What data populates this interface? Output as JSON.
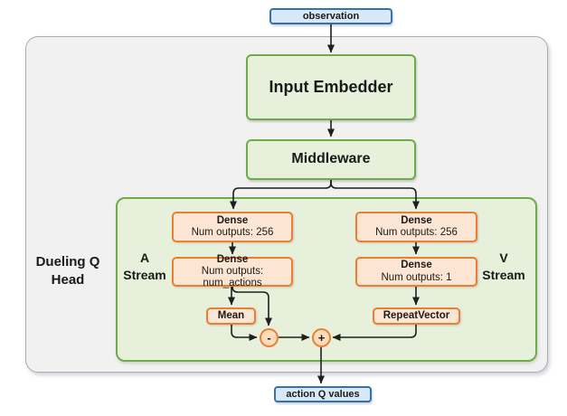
{
  "nodes": {
    "observation": {
      "label": "observation"
    },
    "input_embedder": {
      "label": "Input Embedder"
    },
    "middleware": {
      "label": "Middleware"
    },
    "dueling_head": {
      "label": "Dueling Q Head"
    },
    "a_stream": {
      "label": "A Stream"
    },
    "v_stream": {
      "label": "V Stream"
    },
    "dense_a1": {
      "title": "Dense",
      "subtitle": "Num outputs: 256"
    },
    "dense_a2": {
      "title": "Dense",
      "subtitle": "Num outputs: num_actions"
    },
    "dense_v1": {
      "title": "Dense",
      "subtitle": "Num outputs: 256"
    },
    "dense_v2": {
      "title": "Dense",
      "subtitle": "Num outputs: 1"
    },
    "mean": {
      "label": "Mean"
    },
    "repeat_vector": {
      "label": "RepeatVector"
    },
    "minus_op": {
      "label": "-"
    },
    "plus_op": {
      "label": "+"
    },
    "action_q_values": {
      "label": "action Q values"
    }
  },
  "colors": {
    "blue_border": "#2e74b5",
    "blue_fill": "#d9e8f6",
    "green_border": "#6fac46",
    "green_fill": "#e6f0db",
    "orange_border": "#ed7d31",
    "orange_fill": "#fce6d3",
    "container_fill": "#f1f1f1",
    "container_border": "#acacac",
    "arrow": "#1f1f1f"
  }
}
